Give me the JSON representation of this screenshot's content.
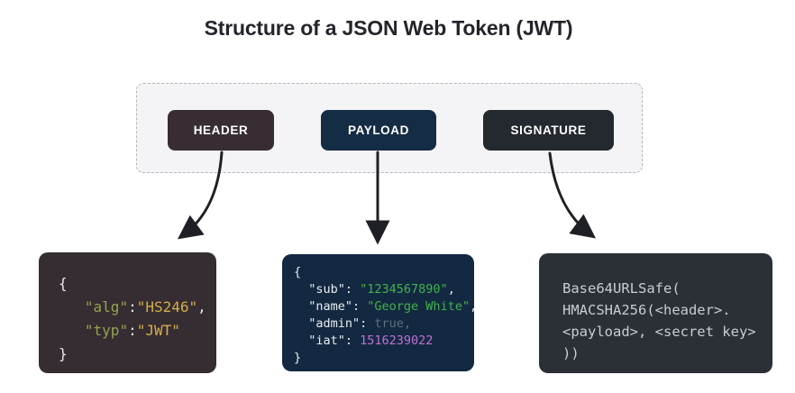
{
  "title": "Structure of a JSON Web Token (JWT)",
  "colors": {
    "theme": {
      "title": "#24252b",
      "button_text": "#ffffff",
      "panel_bg": "#f4f4f6",
      "panel_border": "#b3b7bc",
      "arrow": "#1e2025"
    },
    "tokens": {
      "plain": "#e8e8ea",
      "hkey": "#92a64e",
      "hval": "#d2ae49",
      "pkey": "#e9ecef",
      "pstr": "#43b14c",
      "pbool": "#5d6f7e",
      "pnum": "#c06fd6",
      "sig": "#c9cdd2"
    }
  },
  "parts": [
    {
      "label": "HEADER",
      "button_bg": "#372d33",
      "box_bg": "#362d33"
    },
    {
      "label": "PAYLOAD",
      "button_bg": "#152c45",
      "box_bg": "#132941"
    },
    {
      "label": "SIGNATURE",
      "button_bg": "#24282f",
      "box_bg": "#2b2f36"
    }
  ],
  "code_boxes": [
    {
      "name": "header-code",
      "lines": [
        [
          {
            "c": "plain",
            "t": "{"
          }
        ],
        [
          {
            "c": "plain",
            "t": "   "
          },
          {
            "c": "hkey",
            "t": "\"alg\""
          },
          {
            "c": "plain",
            "t": ":"
          },
          {
            "c": "hval",
            "t": "\"HS246\""
          },
          {
            "c": "plain",
            "t": ","
          }
        ],
        [
          {
            "c": "plain",
            "t": "   "
          },
          {
            "c": "hkey",
            "t": "\"typ\""
          },
          {
            "c": "plain",
            "t": ":"
          },
          {
            "c": "hval",
            "t": "\"JWT\""
          }
        ],
        [
          {
            "c": "plain",
            "t": "}"
          }
        ]
      ]
    },
    {
      "name": "payload-code",
      "lines": [
        [
          {
            "c": "pkey",
            "t": "{"
          }
        ],
        [
          {
            "c": "pkey",
            "t": "  \"sub\": "
          },
          {
            "c": "pstr",
            "t": "\"1234567890\""
          },
          {
            "c": "pkey",
            "t": ","
          }
        ],
        [
          {
            "c": "pkey",
            "t": "  \"name\": "
          },
          {
            "c": "pstr",
            "t": "\"George White\""
          },
          {
            "c": "pkey",
            "t": ","
          }
        ],
        [
          {
            "c": "pkey",
            "t": "  \"admin\": "
          },
          {
            "c": "pbool",
            "t": "true,"
          }
        ],
        [
          {
            "c": "pkey",
            "t": "  \"iat\": "
          },
          {
            "c": "pnum",
            "t": "1516239022"
          }
        ],
        [
          {
            "c": "pkey",
            "t": "}"
          }
        ]
      ]
    },
    {
      "name": "signature-code",
      "lines": [
        [
          {
            "c": "sig",
            "t": "Base64URLSafe("
          }
        ],
        [
          {
            "c": "sig",
            "t": "HMACSHA256(<header>."
          }
        ],
        [
          {
            "c": "sig",
            "t": "<payload>, <secret key>"
          }
        ],
        [
          {
            "c": "sig",
            "t": "))"
          }
        ]
      ]
    }
  ]
}
